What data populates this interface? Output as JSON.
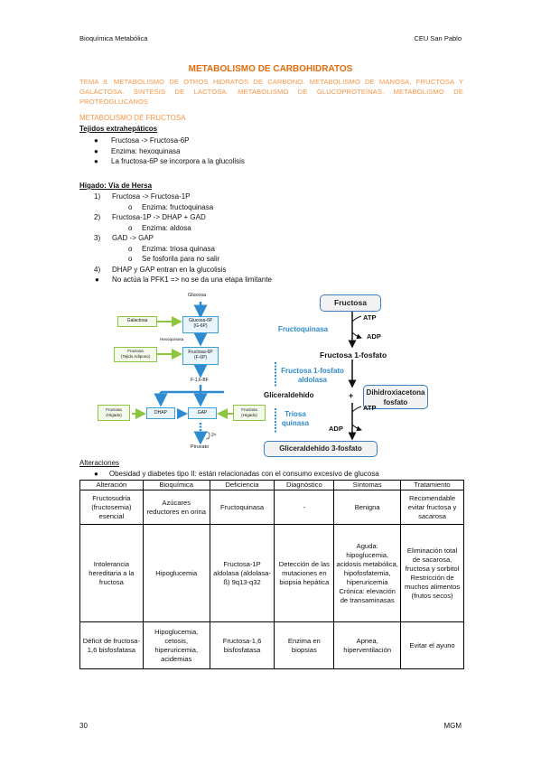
{
  "header": {
    "left": "Bioquímica Metabólica",
    "right": "CEU San Pablo"
  },
  "title": "METABOLISMO DE CARBOHIDRATOS",
  "subtitle": "TEMA 8. METABOLISMO DE OTROS HIDRATOS DE CARBONO. METABOLISMO DE MANOSA, FRUCTOSA Y GALACTOSA. SINTESIS DE LACTOSA. METABOLISMO DE GLUCOPROTEÍNAS. METABOLISMO DE PROTEOGLUCANOS",
  "section": "METABOLISMO DE FRUCTOSA",
  "extra": {
    "heading": "Tejidos extrahepáticos",
    "items": [
      "Fructosa -> Fructosa-6P",
      "Enzima: hexoquinasa",
      "La fructosa-6P se incorpora a la glucolisis"
    ]
  },
  "liver": {
    "heading": "Hígado: Vía de Hersa",
    "steps": [
      {
        "n": "1)",
        "text": "Fructosa -> Fructosa-1P",
        "subs": [
          "Enzima: fructoquinasa"
        ]
      },
      {
        "n": "2)",
        "text": "Fructosa-1P -> DHAP + GAD",
        "subs": [
          "Enzima: aldosa"
        ]
      },
      {
        "n": "3)",
        "text": "GAD -> GAP",
        "subs": [
          "Enzima: triosa quinasa",
          "Se fosforila para no salir"
        ]
      },
      {
        "n": "4)",
        "text": "DHAP y GAP entran en la glucolisis",
        "subs": []
      }
    ],
    "note": "No actúa la PFK1 => no se da una etapa limitante"
  },
  "diagram_left": {
    "glucosa": "Glucosa",
    "galactosa": "Galactosa",
    "g6p": "Glucosa-6P\n(G-6P)",
    "hexoquinasa": "Hexoquinasa",
    "fructosa_adiposo": "Fructosa\n(Tejido Adiposo)",
    "f6p": "Fructosa-6P\n(F-6P)",
    "f16bf": "F-1,6-BF",
    "fructosa_higado_l": "Fructosa\n(Hígado)",
    "dhap": "DHAP",
    "gap": "GAP",
    "fructosa_higado_r": "Fructosa\n(Hígado)",
    "x2": "2×",
    "piruvato": "Piruvato"
  },
  "diagram_right": {
    "fructosa": "Fructosa",
    "atp1": "ATP",
    "adp1": "ADP",
    "fructoquinasa": "Fructoquinasa",
    "f1f": "Fructosa 1-fosfato",
    "aldolasa": "Fructosa 1-fosfato\naldolasa",
    "gliceraldehido": "Gliceraldehído",
    "plus": "+",
    "dhap": "Dihidroxiacetona\nfosfato",
    "triosa": "Triosa\nquinasa",
    "atp2": "ATP",
    "adp2": "ADP",
    "g3f": "Gliceraldehído 3-fosfato"
  },
  "alteraciones": {
    "heading": "Alteraciones",
    "bullet": "Obesidad y diabetes tipo II: están relacionadas con el consumo excesivo de glucosa",
    "headers": [
      "Alteración",
      "Bioquímica",
      "Deficiencia",
      "Diagnóstico",
      "Síntomas",
      "Tratamiento"
    ],
    "rows": [
      [
        "Fructosudria (fructosemia) esencial",
        "Azúcares reductores en orina",
        "Fructoquinasa",
        "-",
        "Benigna",
        "Recomendable evitar fructosa y sacarosa"
      ],
      [
        "Intolerancia hereditaria a la fructosa",
        "Hipoglucemia",
        "Fructosa-1P aldolasa (aldolasa-ß) 9q13-q32",
        "Detección de las mutaciones en biopsia hepática",
        "Aguda: hipoglucemia, acidosis metabólica, hipofosfatemia, hiperuricemia Crónica: elevación de transaminasas",
        "Eliminación total de sacarosa, fructosa y sorbitol Restricción de muchos alimentos (frutos secos)"
      ],
      [
        "Déficit de fructosa-1,6 bisfosfatasa",
        "Hipoglucemia, cetosis, hiperuricemia, acidemias",
        "Fructosa-1,6 bisfosfatasa",
        "Enzima en biopsias",
        "Apnea, hiperventilación",
        "Evitar el ayuno"
      ]
    ]
  },
  "footer": {
    "page": "30",
    "author": "MGM"
  },
  "colors": {
    "title": "#e46c0a",
    "subtitle": "#f79646",
    "green": "#8cc63f",
    "blue": "#2e8bd0"
  }
}
